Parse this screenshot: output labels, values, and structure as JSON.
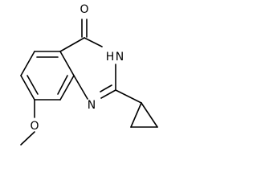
{
  "molecule": {
    "atom_labels": {
      "carbonyl_oxygen": "O",
      "nh_group": "H",
      "nh_nitrogen": "N",
      "ring_nitrogen": "N",
      "methoxy_oxygen": "O"
    }
  }
}
